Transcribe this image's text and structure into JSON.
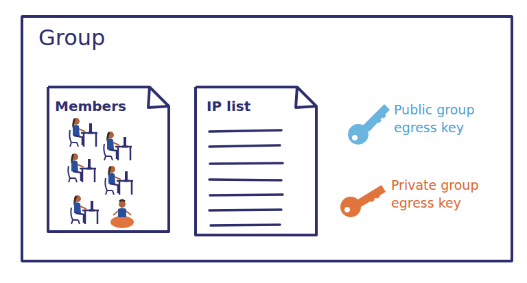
{
  "diagram": {
    "nodes": [
      {
        "text": [
          "Group"
        ]
      },
      {
        "text": [
          "Members"
        ],
        "in": 0
      },
      {
        "text": [
          "IP list"
        ],
        "in": 0
      }
    ],
    "labels": [
      "Public group egress key",
      "Private group egress key"
    ]
  }
}
